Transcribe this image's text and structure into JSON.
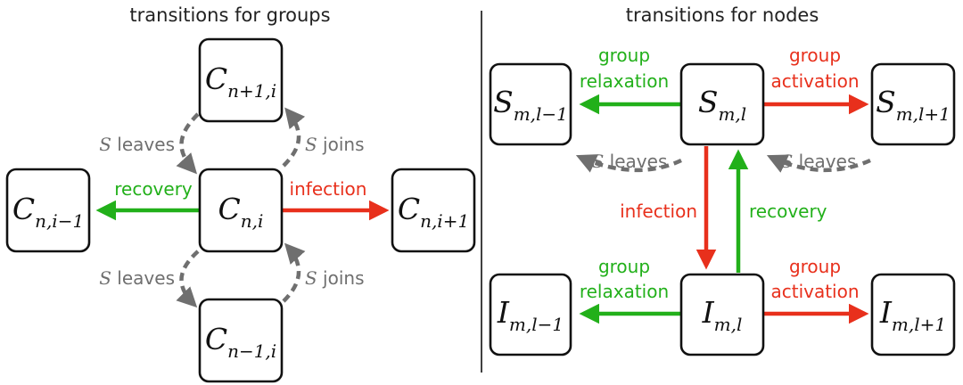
{
  "titles": {
    "groups": "transitions for groups",
    "nodes": "transitions for nodes"
  },
  "colors": {
    "infection": "#e8301c",
    "recovery": "#22b01a",
    "leave_join": "#6f6f6f",
    "box_stroke": "#111111"
  },
  "nodes": {
    "c_up": {
      "base": "C",
      "sub": "n+1,i"
    },
    "c_center": {
      "base": "C",
      "sub": "n,i"
    },
    "c_left": {
      "base": "C",
      "sub": "n,i−1"
    },
    "c_right": {
      "base": "C",
      "sub": "n,i+1"
    },
    "c_down": {
      "base": "C",
      "sub": "n−1,i"
    },
    "s_left": {
      "base": "S",
      "sub": "m,l−1"
    },
    "s_center": {
      "base": "S",
      "sub": "m,l"
    },
    "s_right": {
      "base": "S",
      "sub": "m,l+1"
    },
    "i_left": {
      "base": "I",
      "sub": "m,l−1"
    },
    "i_center": {
      "base": "I",
      "sub": "m,l"
    },
    "i_right": {
      "base": "I",
      "sub": "m,l+1"
    }
  },
  "labels": {
    "recovery": "recovery",
    "infection": "infection",
    "s_symbol": "S",
    "leaves": " leaves",
    "joins": " joins",
    "group": "group",
    "relaxation": "relaxation",
    "activation": "activation"
  }
}
